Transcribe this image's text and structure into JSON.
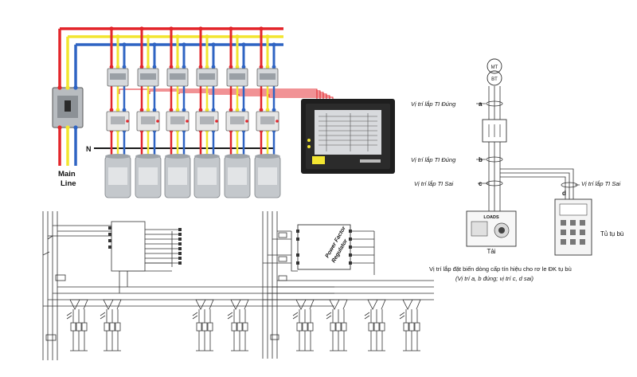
{
  "wiring": {
    "label_n": "N",
    "label_main_line": [
      "Main",
      "Line"
    ],
    "colors": {
      "red": "#e3262b",
      "yellow": "#f2e531",
      "blue": "#2f64c3",
      "black": "#1a1a1a"
    }
  },
  "ct": {
    "label_mt": "MT",
    "label_bt": "BT",
    "label_a": "a",
    "label_b": "b",
    "label_c": "c",
    "label_d": "d",
    "ti_dung_top": "Vị trí lắp TI Đúng",
    "ti_dung_mid": "Vị trí lắp TI Đúng",
    "ti_sai_left": "Vị trí lắp TI Sai",
    "ti_sai_right": "Vị trí lắp TI Sai",
    "loads": "LOADS",
    "tai": "Tải",
    "tu_tu_bu": "Tủ tụ bù",
    "caption_1": "Vị trí lắp đặt biến dòng cấp tín hiệu cho rơ le ĐK tụ bù",
    "caption_2": "(Vị trí a, b đúng; vị trí c, d sai)"
  },
  "schematic_right": {
    "module_label": [
      "Power Factor",
      "Regulator"
    ]
  }
}
